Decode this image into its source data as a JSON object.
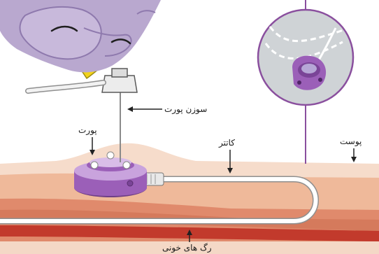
{
  "labels": {
    "needle": "سوزن پورت",
    "port": "پورت",
    "catheter": "کاتتر",
    "skin": "پوست",
    "blood_vessel": "رگ های خونی"
  },
  "colors": {
    "glove": "#b9a8cf",
    "glove_dark": "#8e79ad",
    "skin_top": "#f6dccb",
    "flesh": "#efb99a",
    "muscle": "#e08a6c",
    "vessel": "#c23a2c",
    "port_body": "#9b5fb8",
    "port_light": "#c9a3dd",
    "catheter": "#ffffff",
    "clamp": "#f2d21b",
    "inset_bg": "#cfd3d6",
    "inset_border": "#8a4f9e"
  }
}
